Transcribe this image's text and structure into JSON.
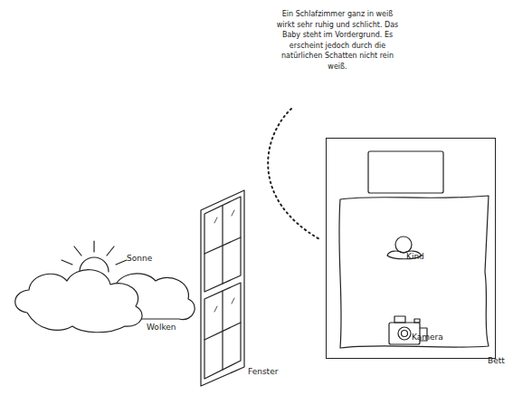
{
  "diagram": {
    "nodes": [
      {
        "text": [
          "Bett"
        ]
      }
    ],
    "labels": [
      "Ein Schlafzimmer ganz in weiß wirkt sehr ruhig und schlicht. Das Baby steht im Vordergrund. Es erscheint jedoch durch die natürlichen Schatten nicht rein weiß.",
      "Sonne",
      "Wolken",
      "Fenster",
      "Kind",
      "Kamera"
    ]
  }
}
